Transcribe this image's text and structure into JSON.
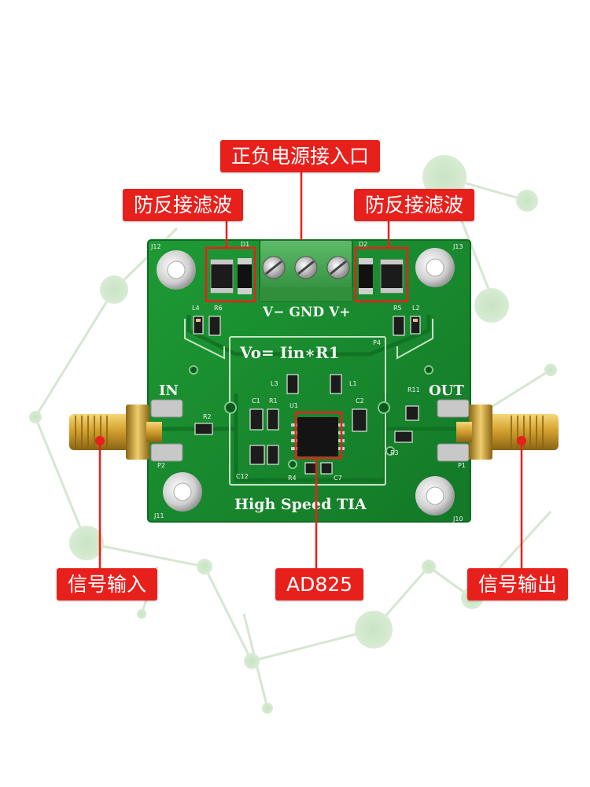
{
  "callouts": {
    "power_inlet": "正负电源接入口",
    "reverse_filter_left": "防反接滤波",
    "reverse_filter_right": "防反接滤波",
    "signal_in": "信号输入",
    "chip": "AD825",
    "signal_out": "信号输出"
  },
  "silkscreen": {
    "terminal_labels": "V− GND V+",
    "formula": "Vo= Iin∗R1",
    "board_title": "High Speed  TIA",
    "in_label": "IN",
    "out_label": "OUT",
    "refs": {
      "j12": "J12",
      "j13": "J13",
      "j11": "J11",
      "j10": "J10",
      "l4": "L4",
      "r6": "R6",
      "r5": "R5",
      "l2": "L2",
      "l3": "L3",
      "l1": "L1",
      "c1": "C1",
      "r1": "R1",
      "u1": "U1",
      "c2": "C2",
      "r2": "R2",
      "r11": "R11",
      "r3": "R3",
      "c12": "C12",
      "r4": "R4",
      "c7": "C7",
      "p4": "P4",
      "p2": "P2",
      "p1": "P1",
      "d1": "D1",
      "d2": "D2"
    }
  },
  "colors": {
    "callout_red": "#e8201c",
    "pcb_green": "#1a8a2e",
    "terminal_green": "#3aa04a",
    "sma_gold": "#d4a22e"
  }
}
